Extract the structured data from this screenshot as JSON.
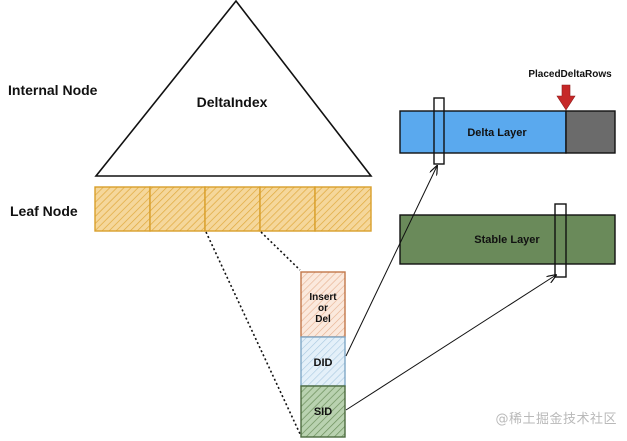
{
  "labels": {
    "internal_node": "Internal Node",
    "leaf_node": "Leaf Node",
    "delta_index": "DeltaIndex",
    "placed_delta_rows": "PlacedDeltaRows",
    "delta_layer": "Delta Layer",
    "stable_layer": "Stable Layer",
    "insert_line1": "Insert",
    "insert_line2": "or",
    "insert_line3": "Del",
    "did": "DID",
    "sid": "SID"
  },
  "watermark": "@稀土掘金技术社区",
  "colors": {
    "leaf_fill": "#f5d79b",
    "leaf_stroke": "#d9a02c",
    "insert_fill": "#f6dccb",
    "insert_stroke": "#c2774a",
    "did_fill": "#d6e8f5",
    "did_stroke": "#7fa7c6",
    "sid_fill": "#a9c7a0",
    "sid_stroke": "#4d6b40",
    "delta_layer": "#5aa9ee",
    "delta_dark": "#6b6b6b",
    "stable_layer": "#6a8a5a",
    "arrow_red": "#c62828"
  }
}
